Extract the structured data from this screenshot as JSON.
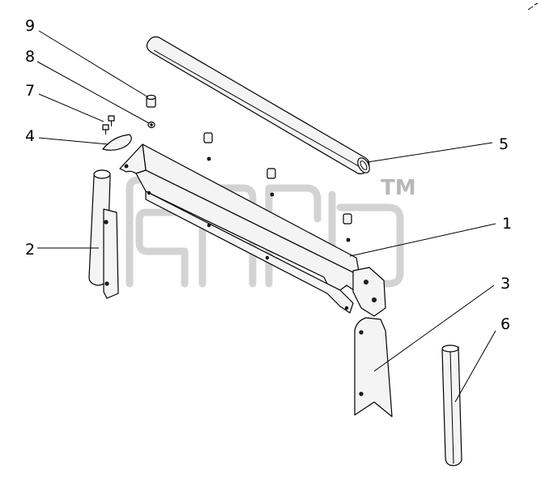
{
  "callouts": [
    {
      "label": "9"
    },
    {
      "label": "8"
    },
    {
      "label": "7"
    },
    {
      "label": "4"
    },
    {
      "label": "2"
    },
    {
      "label": "5"
    },
    {
      "label": "1"
    },
    {
      "label": "3"
    },
    {
      "label": "6"
    }
  ],
  "watermark": {
    "mark": "TM"
  }
}
